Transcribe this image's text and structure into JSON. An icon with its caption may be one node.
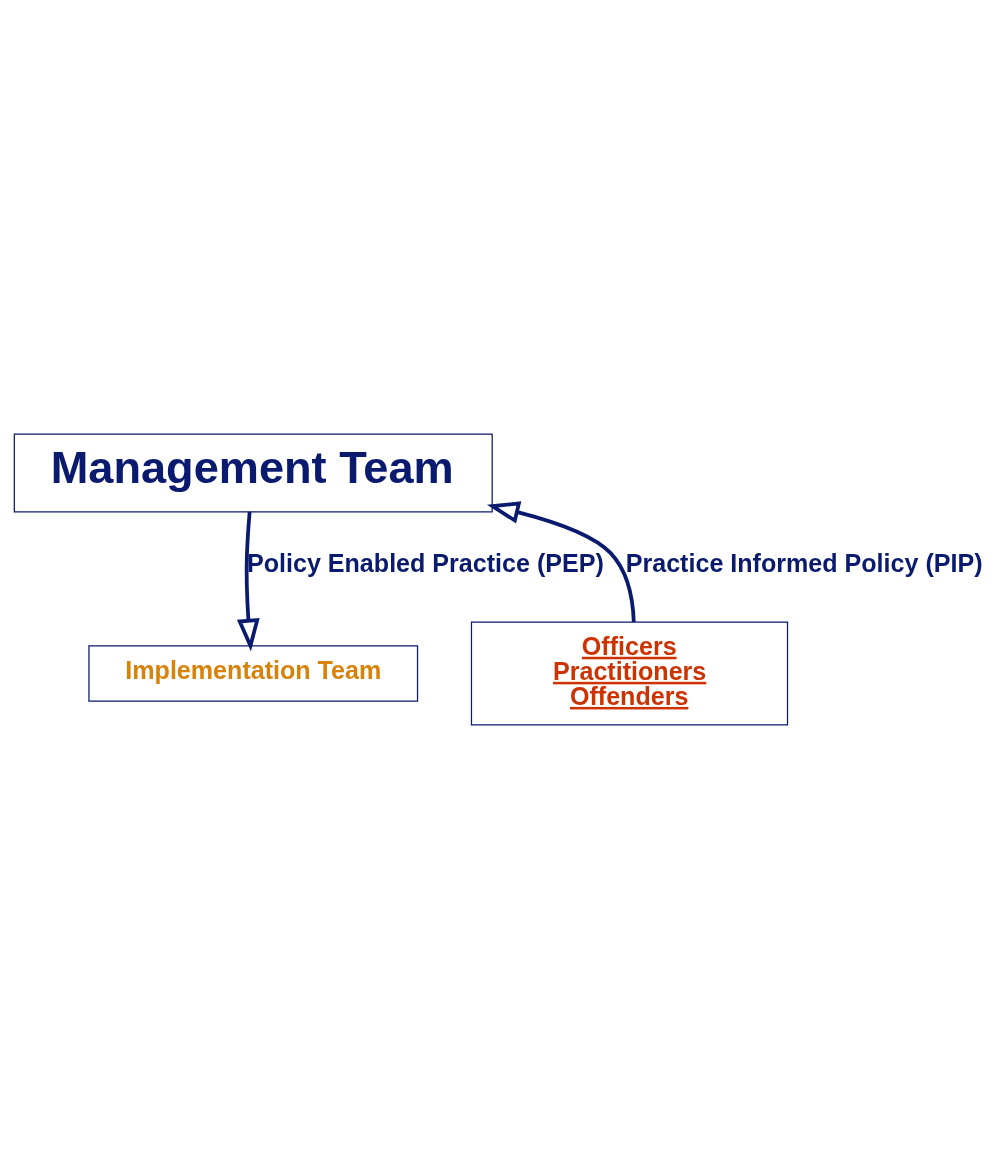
{
  "diagram": {
    "nodes": [
      {
        "text": [
          "Management Team"
        ]
      },
      {
        "text": [
          "Implementation Team"
        ]
      },
      {
        "text": [
          "Officers",
          "Practitioners",
          "Offenders"
        ]
      }
    ],
    "edges": [
      {
        "from": 0,
        "to": 1,
        "arrow": "to",
        "label": "Policy Enabled Practice (PEP)"
      },
      {
        "from": 2,
        "to": 0,
        "arrow": "to",
        "label": "Practice Informed Policy (PIP)"
      }
    ]
  }
}
